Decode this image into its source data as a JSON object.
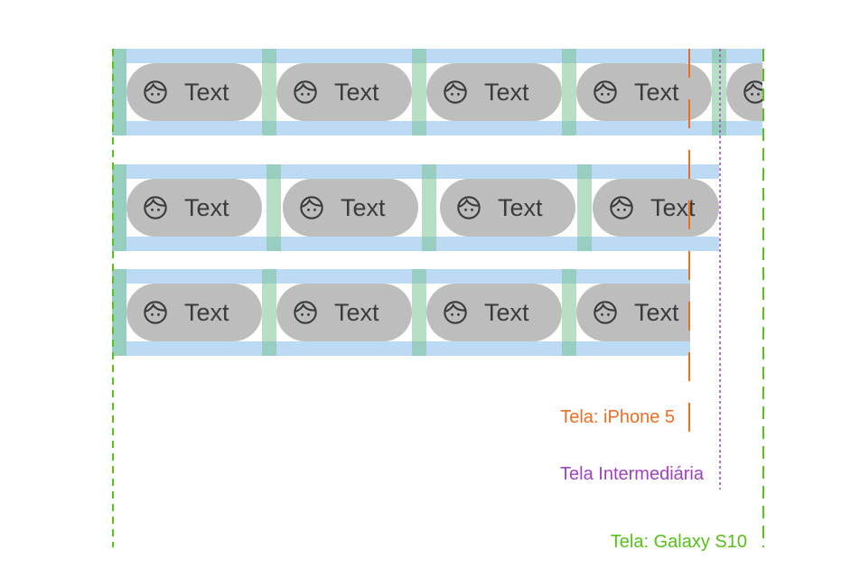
{
  "rows": [
    {
      "name": "galaxy-s10-row",
      "chips": [
        {
          "label": "Text",
          "icon": "face-icon"
        },
        {
          "label": "Text",
          "icon": "face-icon"
        },
        {
          "label": "Text",
          "icon": "face-icon"
        },
        {
          "label": "Text",
          "icon": "face-icon"
        },
        {
          "label": "",
          "icon": "face-icon"
        }
      ]
    },
    {
      "name": "intermediate-row",
      "chips": [
        {
          "label": "Text",
          "icon": "face-icon"
        },
        {
          "label": "Text",
          "icon": "face-icon"
        },
        {
          "label": "Text",
          "icon": "face-icon"
        },
        {
          "label": "Text",
          "icon": "face-icon"
        }
      ]
    },
    {
      "name": "iphone5-row",
      "chips": [
        {
          "label": "Text",
          "icon": "face-icon"
        },
        {
          "label": "Text",
          "icon": "face-icon"
        },
        {
          "label": "Text",
          "icon": "face-icon"
        },
        {
          "label": "Text",
          "icon": "face-icon"
        }
      ]
    }
  ],
  "screens": {
    "iphone5": {
      "label": "Tela: iPhone 5",
      "color": "#f26d21"
    },
    "intermediate": {
      "label": "Tela Intermediária",
      "color": "#a142c4"
    },
    "galaxy_s10": {
      "label": "Tela: Galaxy S10",
      "color": "#55c218"
    }
  },
  "colors": {
    "row_background": "#bcdaf3",
    "gap_marker": "#7ac496",
    "chip": "#bdbdbd",
    "text": "#3b3b3b"
  }
}
